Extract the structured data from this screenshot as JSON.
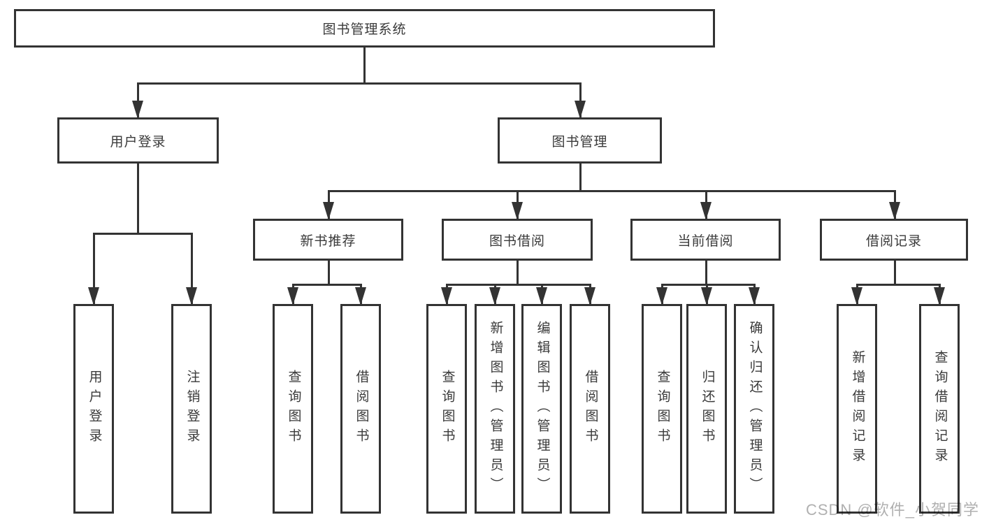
{
  "tree": {
    "root": {
      "label": "图书管理系统"
    },
    "branches": [
      {
        "label": "用户登录",
        "leaves": [
          "用户登录",
          "注销登录"
        ]
      },
      {
        "label": "图书管理",
        "groups": [
          {
            "label": "新书推荐",
            "leaves": [
              "查询图书",
              "借阅图书"
            ]
          },
          {
            "label": "图书借阅",
            "leaves": [
              "查询图书",
              "新增图书（管理员）",
              "编辑图书（管理员）",
              "借阅图书"
            ]
          },
          {
            "label": "当前借阅",
            "leaves": [
              "查询图书",
              "归还图书",
              "确认归还（管理员）"
            ]
          },
          {
            "label": "借阅记录",
            "leaves": [
              "新增借阅记录",
              "查询借阅记录"
            ]
          }
        ]
      }
    ]
  },
  "watermark": {
    "text": "CSDN @软件_小贺同学"
  },
  "colors": {
    "line": "#333333",
    "text": "#3a3a3a",
    "watermark": "#b0b0b0",
    "background": "#ffffff"
  }
}
